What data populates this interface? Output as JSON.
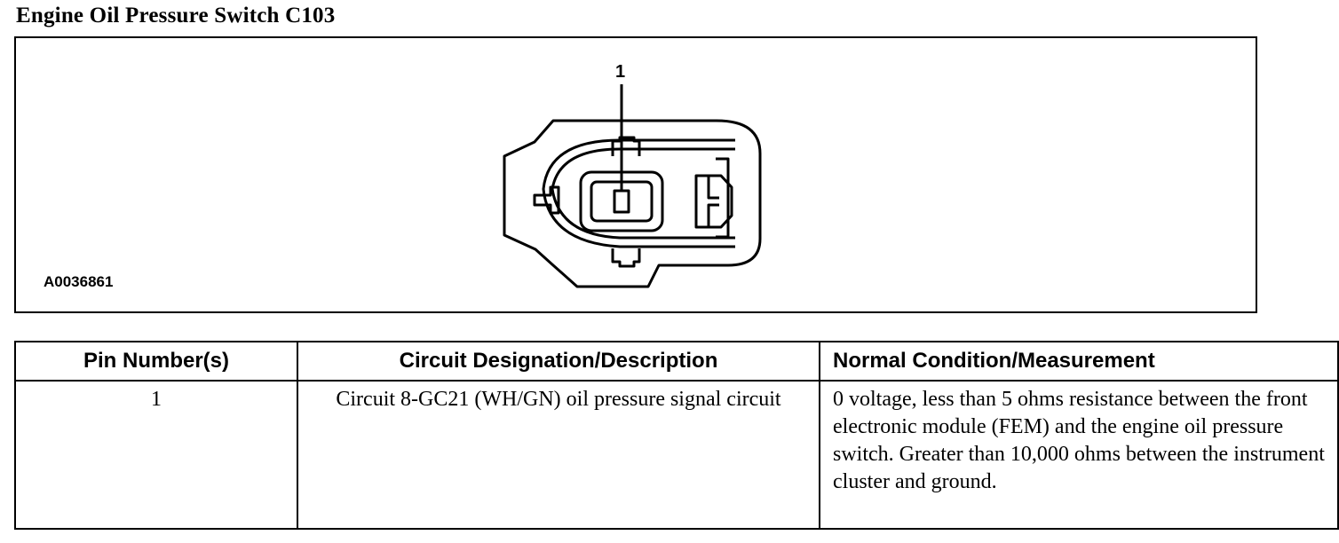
{
  "page_title": "Engine Oil Pressure Switch C103",
  "figure": {
    "id_label": "A0036861",
    "pin_callout": "1",
    "connector_icon": "connector-face-view-icon"
  },
  "table": {
    "headers": {
      "pin": "Pin Number(s)",
      "circuit": "Circuit Designation/Description",
      "normal": "Normal Condition/Measurement"
    },
    "rows": [
      {
        "pin": "1",
        "circuit": "Circuit 8-GC21 (WH/GN) oil pressure signal circuit",
        "normal": "0 voltage, less than 5 ohms resistance between the front electronic module (FEM) and the engine oil pressure switch. Greater than 10,000 ohms between the instrument cluster and ground."
      }
    ]
  }
}
